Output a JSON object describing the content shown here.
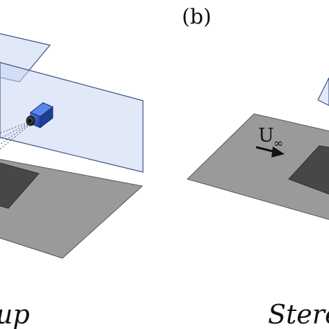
{
  "panel_b_label": "(b)",
  "panel_a_caption_fragment": "up",
  "panel_b_caption_fragment": "Stereo",
  "flow_symbol": "U",
  "flow_subscript": "∞",
  "colors": {
    "plane_fill": "#c9d6f2",
    "plane_stroke": "#3a4f86",
    "plate_fill": "#9a9a9a",
    "plate_stroke": "#555555",
    "patch_fill": "#474747",
    "camera_body": "#2a53b8",
    "text": "#111111"
  },
  "icons": {
    "camera": "camera-icon",
    "flow_arrow": "arrow-right-icon"
  }
}
